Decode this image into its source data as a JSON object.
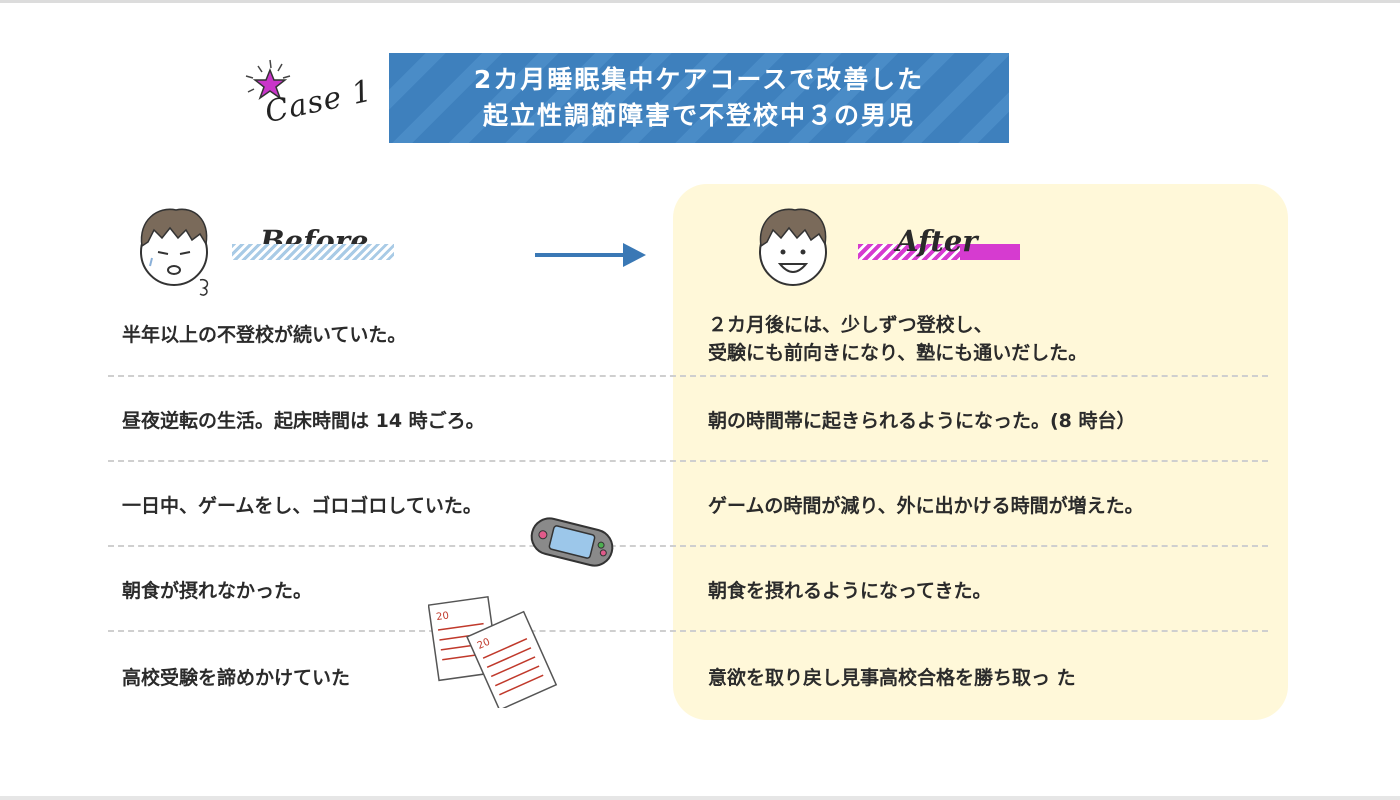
{
  "case_label": "Case 1",
  "banner": {
    "line1": "2カ月睡眠集中ケアコースで改善した",
    "line2": "起立性調節障害で不登校中３の男児"
  },
  "before": {
    "heading": "Before",
    "items": [
      "半年以上の不登校が続いていた。",
      "昼夜逆転の生活。起床時間は 14 時ごろ。",
      "一日中、ゲームをし、ゴロゴロしていた。",
      "朝食が摂れなかった。",
      "高校受験を諦めかけていた"
    ]
  },
  "after": {
    "heading": "After",
    "items": [
      "２カ月後には、少しずつ登校し、",
      "受験にも前向きになり、塾にも通いだした。",
      "朝の時間帯に起きられるようになった。(8 時台）",
      "ゲームの時間が減り、外に出かける時間が増えた。",
      "朝食を摂れるようになってきた。",
      "意欲を取り戻し見事高校合格を勝ち取っ た"
    ]
  },
  "colors": {
    "banner_blue": "#3e80bd",
    "after_bg": "#fff8d9",
    "accent_magenta": "#d63bd0",
    "arrow_blue": "#3a78b5"
  },
  "icons": [
    "sparkle-star-icon",
    "tired-boy-face-icon",
    "happy-boy-face-icon",
    "right-arrow-icon",
    "game-console-icon",
    "test-papers-icon"
  ]
}
